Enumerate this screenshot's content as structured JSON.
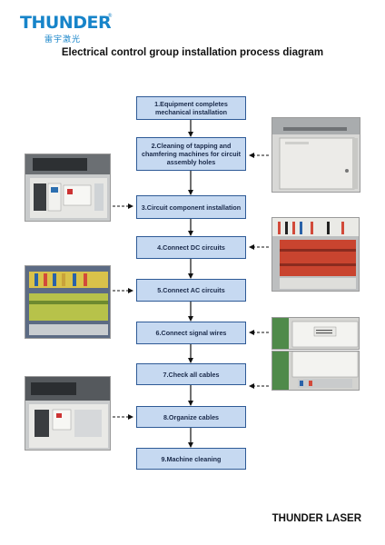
{
  "brand": {
    "logo_word": "THUNDER",
    "logo_reg": "®",
    "logo_cn": "雷宇激光",
    "footer": "THUNDER LASER",
    "color": "#1784c9"
  },
  "title": "Electrical control group installation process diagram",
  "colors": {
    "step_fill": "#c6d9f1",
    "step_border": "#2e5a96",
    "arrow": "#111111"
  },
  "steps": [
    {
      "label": "1.Equipment completes mechanical installation"
    },
    {
      "label": "2.Cleaning of tapping and chamfering machines for circuit assembly holes"
    },
    {
      "label": "3.Circuit component installation"
    },
    {
      "label": "4.Connect DC circuits"
    },
    {
      "label": "5.Connect AC circuits"
    },
    {
      "label": "6.Connect signal wires"
    },
    {
      "label": "7.Check all cables"
    },
    {
      "label": "8.Organize cables"
    },
    {
      "label": "9.Machine cleaning"
    }
  ],
  "photos": [
    {
      "step": 2,
      "side": "right",
      "content": "empty electrical cabinet"
    },
    {
      "step": 3,
      "side": "left",
      "content": "installed circuit components"
    },
    {
      "step": 4,
      "side": "right",
      "content": "DC terminal blocks"
    },
    {
      "step": 5,
      "side": "left",
      "content": "AC terminal blocks"
    },
    {
      "step": 6,
      "side": "right",
      "content": "signal controller module"
    },
    {
      "step": 7,
      "side": "right",
      "content": "cable check"
    },
    {
      "step": 8,
      "side": "left",
      "content": "organized cables"
    }
  ]
}
